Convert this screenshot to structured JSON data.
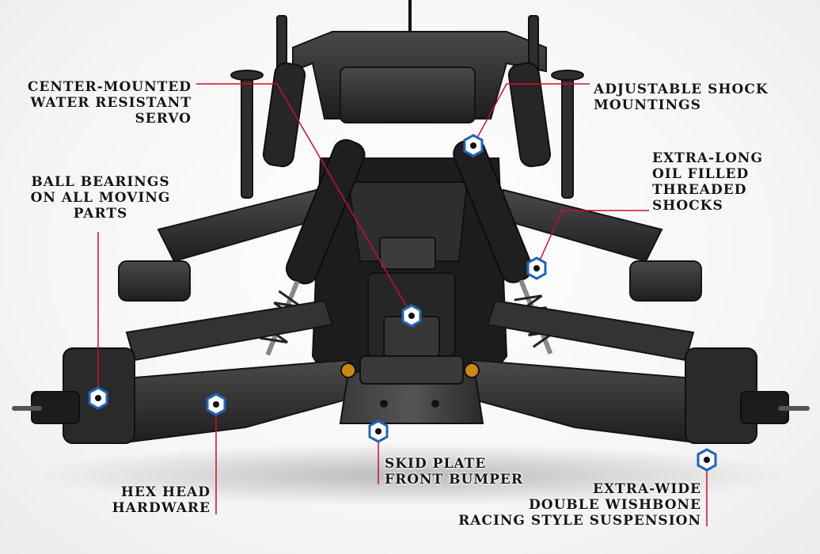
{
  "callouts": {
    "servo": [
      "CENTER-MOUNTED",
      "WATER RESISTANT",
      "SERVO"
    ],
    "shock_mount": [
      "ADJUSTABLE SHOCK",
      "MOUNTINGS"
    ],
    "bearings": [
      "BALL BEARINGS",
      "ON ALL MOVING",
      "PARTS"
    ],
    "shocks": [
      "EXTRA-LONG",
      "OIL FILLED",
      "THREADED",
      "SHOCKS"
    ],
    "hex": [
      "HEX HEAD",
      "HARDWARE"
    ],
    "skid": [
      "SKID PLATE",
      "FRONT BUMPER"
    ],
    "suspension": [
      "EXTRA-WIDE",
      "DOUBLE WISHBONE",
      "RACING STYLE SUSPENSION"
    ]
  },
  "colors": {
    "leader_line": "#c8102e",
    "hex_marker": "#1f66b3",
    "chassis": "#2b2b2b"
  }
}
